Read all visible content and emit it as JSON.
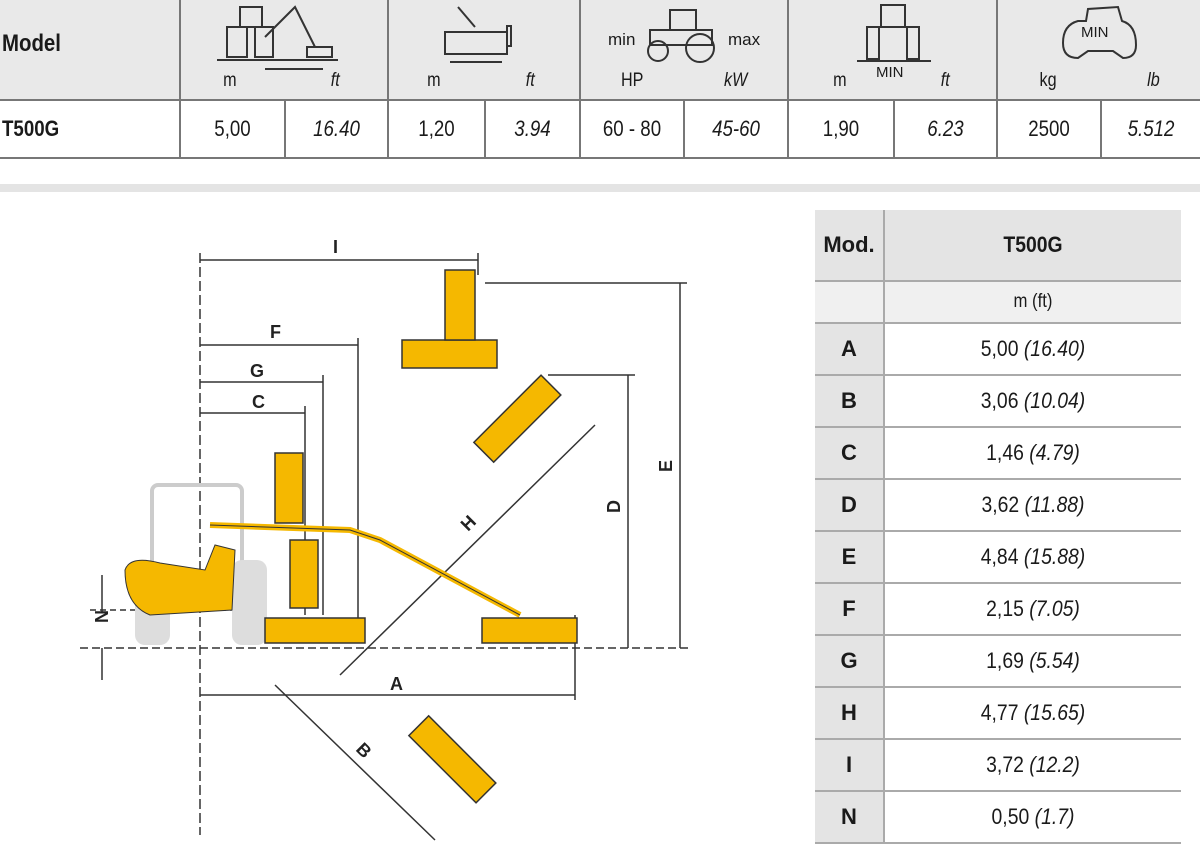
{
  "top_table": {
    "model_label": "Model",
    "headers": [
      {
        "icon": "working-reach-icon",
        "units": [
          "m",
          "ft"
        ]
      },
      {
        "icon": "cutting-width-icon",
        "units": [
          "m",
          "ft"
        ]
      },
      {
        "icon": "tractor-power-icon",
        "min": "min",
        "max": "max",
        "units": [
          "HP",
          "kW"
        ]
      },
      {
        "icon": "tractor-track-width-icon",
        "min": "MIN",
        "units": [
          "m",
          "ft"
        ]
      },
      {
        "icon": "tractor-weight-icon",
        "min": "MIN",
        "units": [
          "kg",
          "lb"
        ]
      }
    ],
    "row": {
      "model": "T500G",
      "values": [
        "5,00",
        "16.40",
        "1,20",
        "3.94",
        "60 - 80",
        "45-60",
        "1,90",
        "6.23",
        "2500",
        "5.512"
      ]
    }
  },
  "diagram": {
    "labels": [
      "I",
      "F",
      "G",
      "C",
      "D",
      "E",
      "H",
      "A",
      "B",
      "N"
    ]
  },
  "dim_table": {
    "header_mod": "Mod.",
    "header_model": "T500G",
    "units": "m (ft)",
    "rows": [
      {
        "k": "A",
        "m": "5,00",
        "ft": "(16.40)"
      },
      {
        "k": "B",
        "m": "3,06",
        "ft": "(10.04)"
      },
      {
        "k": "C",
        "m": "1,46",
        "ft": "(4.79)"
      },
      {
        "k": "D",
        "m": "3,62",
        "ft": "(11.88)"
      },
      {
        "k": "E",
        "m": "4,84",
        "ft": "(15.88)"
      },
      {
        "k": "F",
        "m": "2,15",
        "ft": "(7.05)"
      },
      {
        "k": "G",
        "m": "1,69",
        "ft": "(5.54)"
      },
      {
        "k": "H",
        "m": "4,77",
        "ft": "(15.65)"
      },
      {
        "k": "I",
        "m": "3,72",
        "ft": "(12.2)"
      },
      {
        "k": "N",
        "m": "0,50",
        "ft": "(1.7)"
      }
    ]
  },
  "colors": {
    "mower_yellow": "#f5b800",
    "header_gray": "#e9e9e9"
  }
}
